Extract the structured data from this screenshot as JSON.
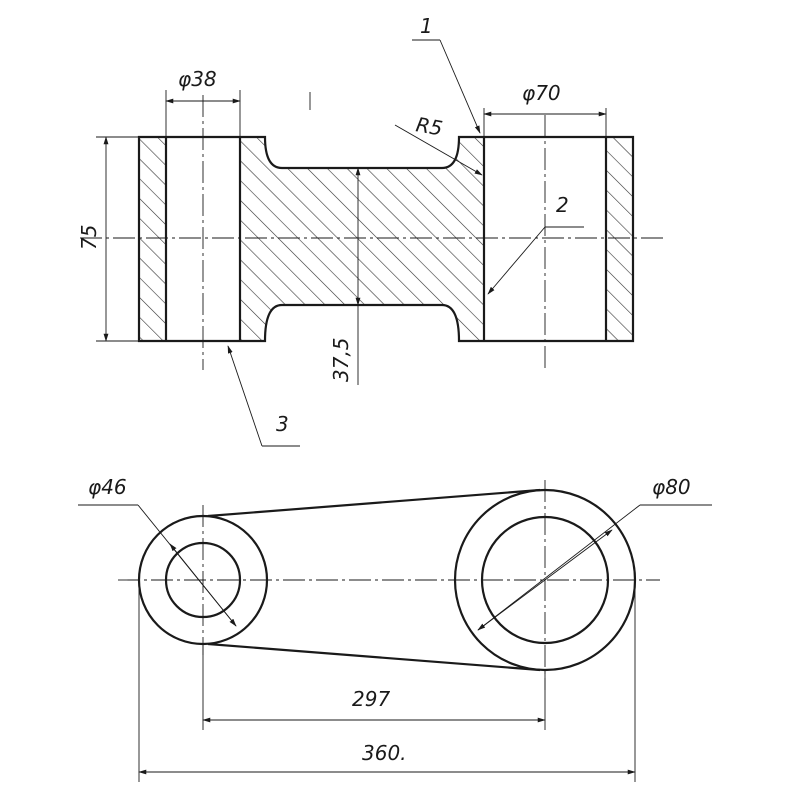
{
  "labels": {
    "dia_small_bore": "φ38",
    "dia_large_bore": "φ70",
    "fillet_radius": "R5",
    "height_total": "75",
    "web_thickness": "37,5",
    "callout_1": "1",
    "callout_2": "2",
    "callout_3": "3",
    "dia_small_boss": "φ46",
    "dia_large_boss": "φ80",
    "center_distance": "297",
    "overall_length": "360."
  },
  "colors": {
    "line": "#1a1a1a",
    "hatch": "#333333",
    "background": "#ffffff"
  }
}
